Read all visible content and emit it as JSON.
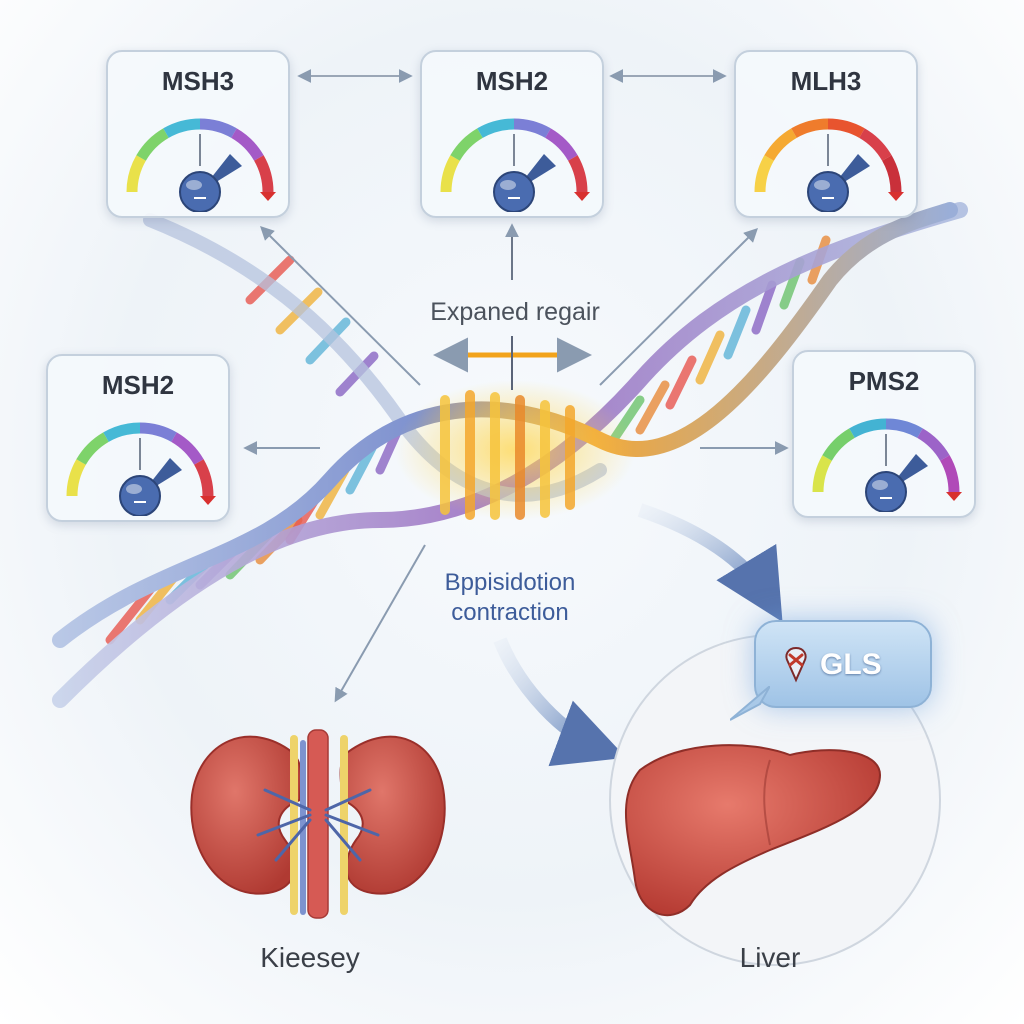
{
  "gauges": [
    {
      "name": "MSH3",
      "arc": "rainbow-red"
    },
    {
      "name": "MSH2",
      "arc": "rainbow-red"
    },
    {
      "name": "MLH3",
      "arc": "orange-red"
    },
    {
      "name": "MSH2",
      "arc": "rainbow-red"
    },
    {
      "name": "PMS2",
      "arc": "rainbow-purple"
    }
  ],
  "center": {
    "repair_label": "Expaned regair",
    "contraction_line1": "Bppisidotion",
    "contraction_line2": "contraction"
  },
  "organs": {
    "kidney_label": "Kieesey",
    "liver_label": "Liver",
    "callout_label": "GLS"
  },
  "colors": {
    "accent_blue": "#3d5c9a",
    "arrow_gray": "#8a9bb0",
    "organ_red": "#c9463c",
    "highlight_orange": "#f2a31b",
    "strand_blue": "#8ea6d2"
  },
  "icons": {
    "gauge_knob": "gauge-knob-icon",
    "gauge_pointer": "gauge-pointer-icon",
    "callout_marker": "dna-marker-icon"
  }
}
